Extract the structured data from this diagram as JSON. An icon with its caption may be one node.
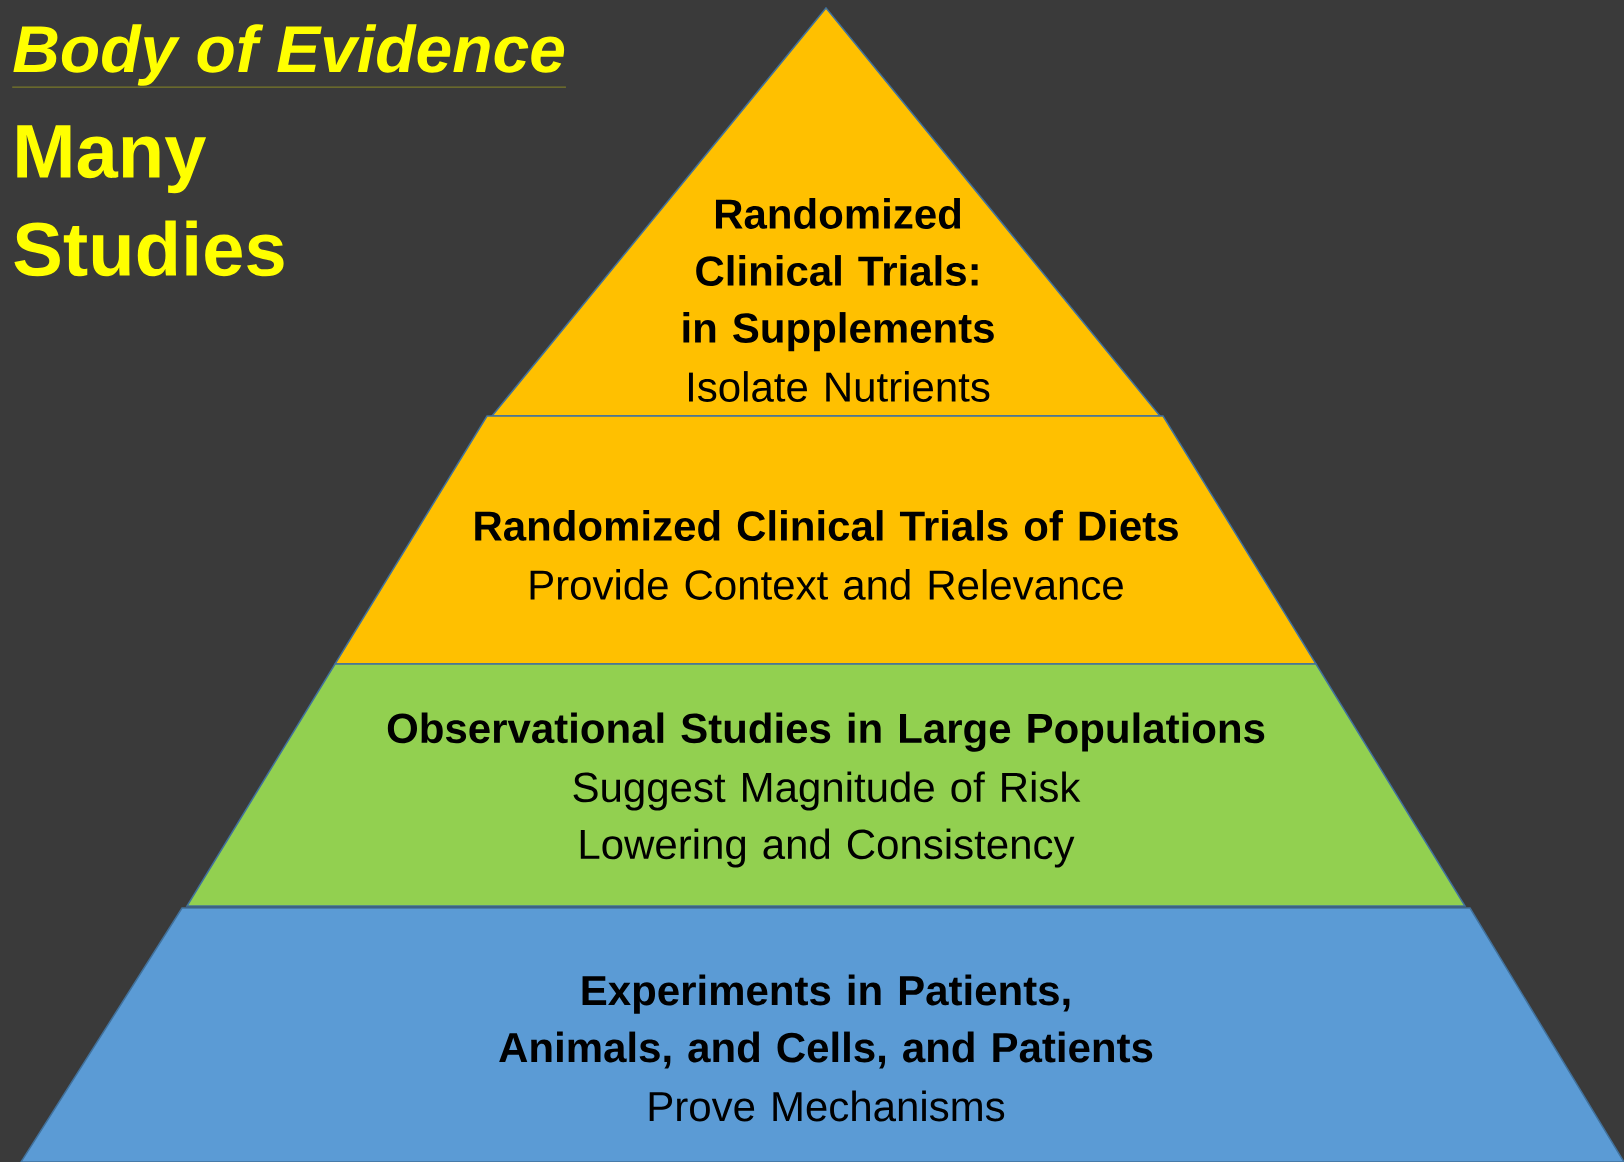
{
  "diagram": {
    "title": "Body of Evidence",
    "nodes": [
      {
        "text": [
          "Randomized Clinical Trials: in Supplements",
          "Isolate Nutrients"
        ]
      },
      {
        "text": [
          "Randomized Clinical Trials of Diets",
          "Provide Context and Relevance"
        ]
      },
      {
        "text": [
          "Observational Studies in Large Populations",
          "Suggest Magnitude of Risk Lowering and Consistency"
        ]
      },
      {
        "text": [
          "Experiments in Patients, Animals, and Cells, and Patients",
          "Prove Mechanisms"
        ]
      }
    ],
    "labels": [
      "Many Studies"
    ]
  }
}
